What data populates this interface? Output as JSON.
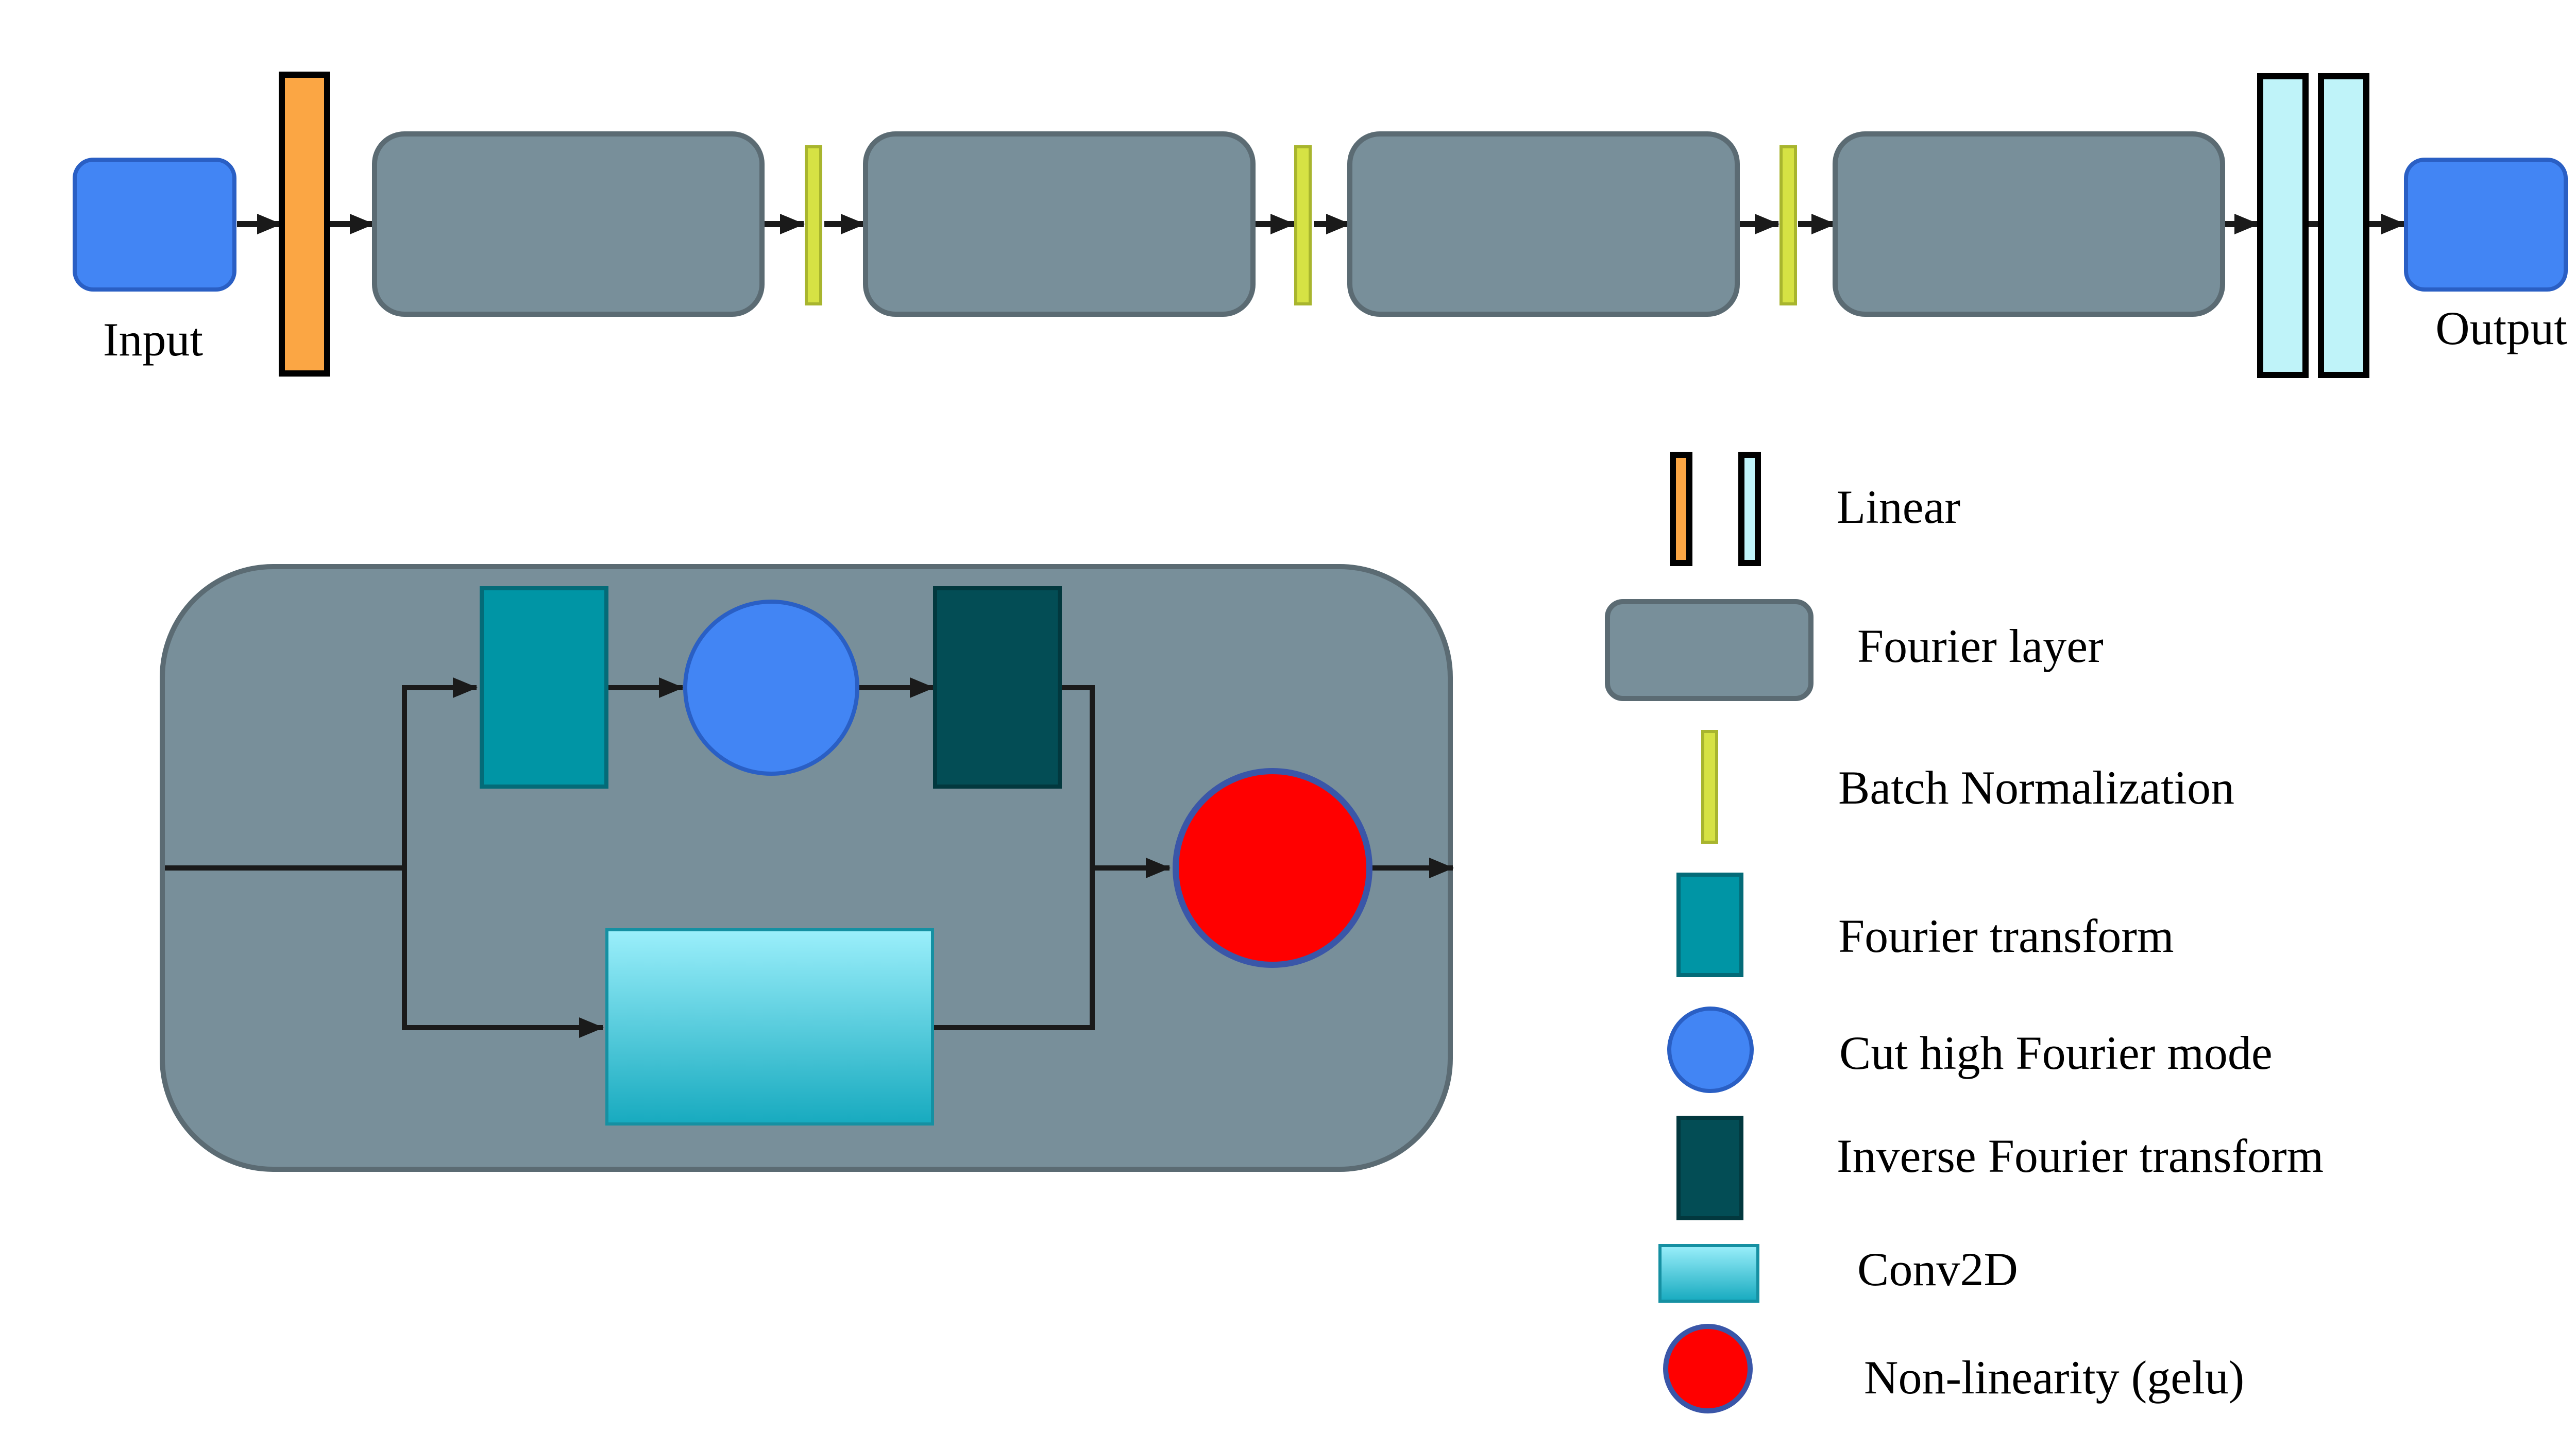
{
  "pipeline": {
    "input_label": "Input",
    "output_label": "Output",
    "fourier_layer_count": 4,
    "batch_norm_count": 3
  },
  "legend": {
    "linear": "Linear",
    "fourier_layer": "Fourier layer",
    "batch_norm": "Batch Normalization",
    "fourier_transform": "Fourier transform",
    "cut_modes": "Cut high Fourier mode",
    "inverse_fourier": "Inverse Fourier transform",
    "conv2d": "Conv2D",
    "nonlinearity": "Non-linearity (gelu)"
  },
  "colors": {
    "input_output": "#4285F4",
    "linear_in": "#FBA644",
    "linear_out": "#BFF3F9",
    "fourier_layer": "#788F9A",
    "fourier_layer_border": "#5B6B73",
    "batch_norm": "#D6E244",
    "fourier_transform": "#0095A5",
    "cut_modes": "#4285F4",
    "inverse_fourier": "#034D55",
    "conv2d_top": "#9BEFFB",
    "conv2d_bottom": "#17AABF",
    "nonlinearity": "#FF0000",
    "nonlinearity_border": "#3A56A8",
    "arrow": "#1A1A1A"
  }
}
